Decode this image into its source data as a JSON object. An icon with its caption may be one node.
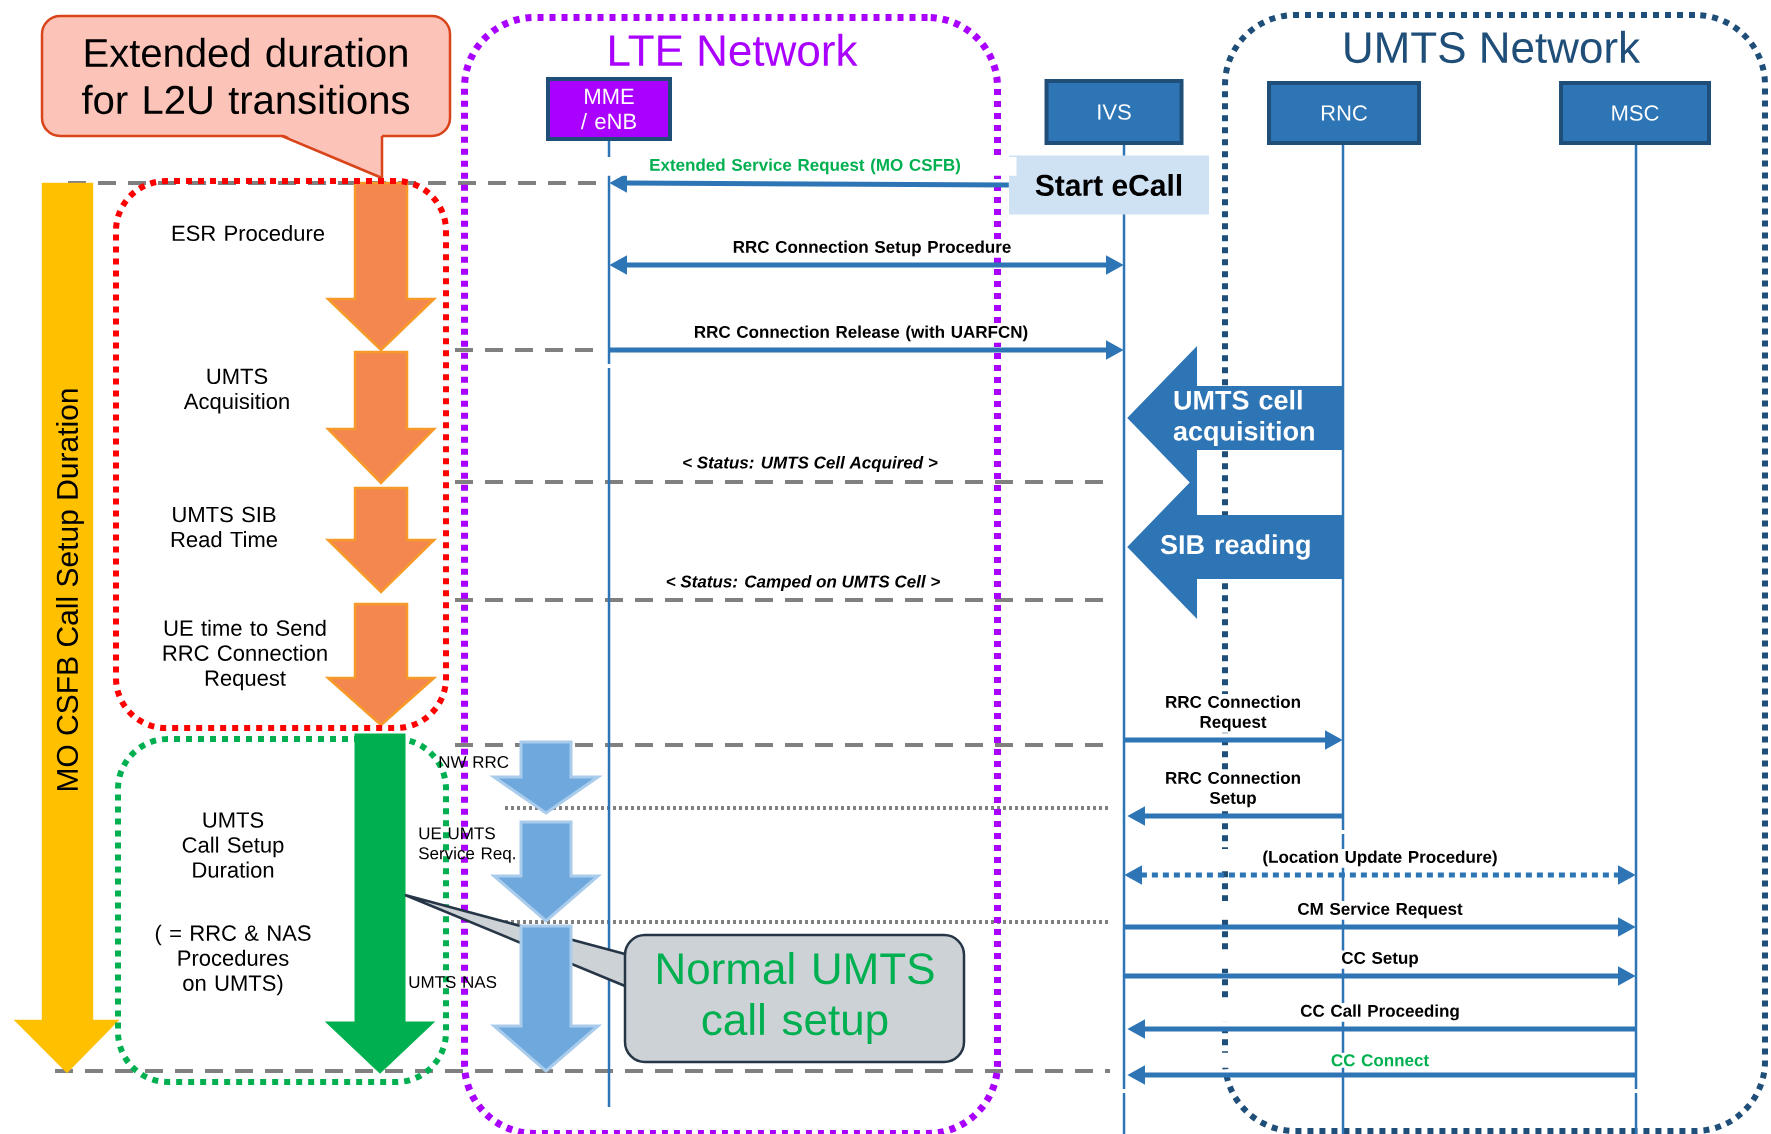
{
  "diagram": {
    "nodes": [
      {
        "text": [
          "Extended duration for L2U transitions"
        ]
      },
      {
        "text": [
          "LTE Network"
        ]
      },
      {
        "text": [
          "MME / eNB"
        ],
        "in": 1
      },
      {
        "text": [
          "IVS"
        ]
      },
      {
        "text": [
          "Start eCall"
        ]
      },
      {
        "text": [
          "UMTS Network"
        ]
      },
      {
        "text": [
          "RNC"
        ],
        "in": 5
      },
      {
        "text": [
          "MSC"
        ],
        "in": 5
      },
      {
        "text": [
          "MO CSFB Call Setup Duration"
        ]
      },
      {
        "text": [
          "ESR Procedure",
          "UMTS Acquisition",
          "UMTS SIB Read Time",
          "UE time to Send RRC Connection Request"
        ]
      },
      {
        "text": [
          "UMTS Call Setup Duration",
          "( = RRC & NAS Procedures on UMTS)"
        ]
      },
      {
        "text": [
          "Normal UMTS call setup"
        ],
        "in": 1
      },
      {
        "text": [],
        "shape": "arrow",
        "beside": [
          "NW RRC"
        ],
        "in": 1
      },
      {
        "text": [],
        "shape": "arrow",
        "beside": [
          "UE UMTS Service Req."
        ],
        "in": 1
      },
      {
        "text": [],
        "shape": "arrow",
        "beside": [
          "UMTS NAS"
        ],
        "in": 1
      }
    ],
    "edges": [
      {
        "from": 4,
        "to": 2,
        "arrow": "to",
        "label": "Extended Service Request (MO CSFB)"
      },
      {
        "from": 2,
        "to": 3,
        "arrow": "both",
        "label": "RRC Connection Setup Procedure"
      },
      {
        "from": 2,
        "to": 3,
        "arrow": "to",
        "label": "RRC Connection Release (with UARFCN)"
      },
      {
        "from": 6,
        "to": 3,
        "arrow": "to",
        "label": "UMTS cell acquisition",
        "style": "thick"
      },
      {
        "from": 6,
        "to": 3,
        "arrow": "to",
        "label": "SIB reading",
        "style": "thick"
      },
      {
        "from": 3,
        "to": 6,
        "arrow": "to",
        "label": "RRC Connection Request"
      },
      {
        "from": 6,
        "to": 3,
        "arrow": "to",
        "label": "RRC Connection Setup"
      },
      {
        "from": 3,
        "to": 7,
        "arrow": "both",
        "label": "(Location Update Procedure)",
        "style": "dashed"
      },
      {
        "from": 3,
        "to": 7,
        "arrow": "to",
        "label": "CM Service Request"
      },
      {
        "from": 3,
        "to": 7,
        "arrow": "to",
        "label": "CC Setup"
      },
      {
        "from": 7,
        "to": 3,
        "arrow": "to",
        "label": "CC Call Proceeding"
      },
      {
        "from": 7,
        "to": 3,
        "arrow": "to",
        "label": "CC Connect"
      }
    ],
    "labels": [
      "< Status: UMTS Cell Acquired >",
      "< Status: Camped on UMTS Cell >"
    ]
  }
}
